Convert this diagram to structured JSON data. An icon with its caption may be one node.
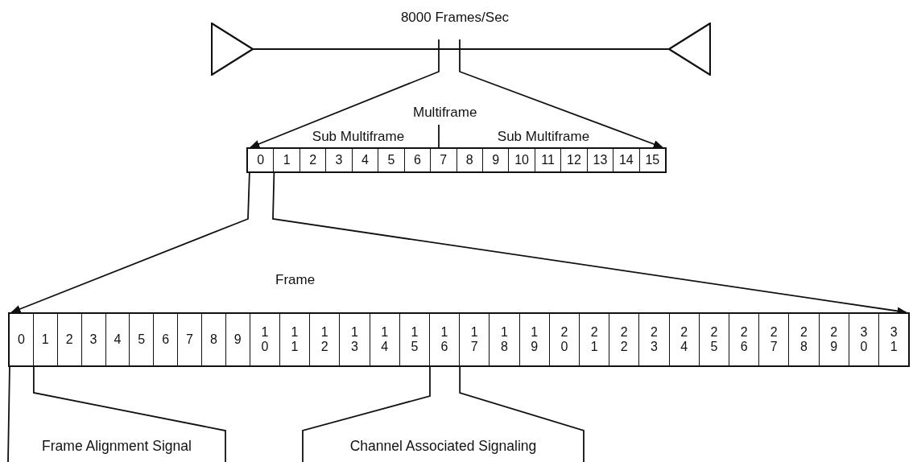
{
  "diagram": {
    "nodes": [
      {
        "text": [],
        "shape": "triangle"
      },
      {
        "text": [],
        "shape": "triangle"
      },
      {
        "text": [
          "Multiframe"
        ]
      },
      {
        "text": [
          "0"
        ],
        "in": 2
      },
      {
        "text": [
          "1"
        ],
        "in": 2
      },
      {
        "text": [
          "2"
        ],
        "in": 2
      },
      {
        "text": [
          "3"
        ],
        "in": 2
      },
      {
        "text": [
          "4"
        ],
        "in": 2
      },
      {
        "text": [
          "5"
        ],
        "in": 2
      },
      {
        "text": [
          "6"
        ],
        "in": 2
      },
      {
        "text": [
          "7"
        ],
        "in": 2
      },
      {
        "text": [
          "8"
        ],
        "in": 2
      },
      {
        "text": [
          "9"
        ],
        "in": 2
      },
      {
        "text": [
          "10"
        ],
        "in": 2
      },
      {
        "text": [
          "11"
        ],
        "in": 2
      },
      {
        "text": [
          "12"
        ],
        "in": 2
      },
      {
        "text": [
          "13"
        ],
        "in": 2
      },
      {
        "text": [
          "14"
        ],
        "in": 2
      },
      {
        "text": [
          "15"
        ],
        "in": 2
      },
      {
        "text": [
          "Frame"
        ]
      },
      {
        "text": [
          "0"
        ],
        "in": 19
      },
      {
        "text": [
          "1"
        ],
        "in": 19
      },
      {
        "text": [
          "2"
        ],
        "in": 19
      },
      {
        "text": [
          "3"
        ],
        "in": 19
      },
      {
        "text": [
          "4"
        ],
        "in": 19
      },
      {
        "text": [
          "5"
        ],
        "in": 19
      },
      {
        "text": [
          "6"
        ],
        "in": 19
      },
      {
        "text": [
          "7"
        ],
        "in": 19
      },
      {
        "text": [
          "8"
        ],
        "in": 19
      },
      {
        "text": [
          "9"
        ],
        "in": 19
      },
      {
        "text": [
          "10"
        ],
        "in": 19
      },
      {
        "text": [
          "11"
        ],
        "in": 19
      },
      {
        "text": [
          "12"
        ],
        "in": 19
      },
      {
        "text": [
          "13"
        ],
        "in": 19
      },
      {
        "text": [
          "14"
        ],
        "in": 19
      },
      {
        "text": [
          "15"
        ],
        "in": 19
      },
      {
        "text": [
          "16"
        ],
        "in": 19
      },
      {
        "text": [
          "17"
        ],
        "in": 19
      },
      {
        "text": [
          "18"
        ],
        "in": 19
      },
      {
        "text": [
          "19"
        ],
        "in": 19
      },
      {
        "text": [
          "20"
        ],
        "in": 19
      },
      {
        "text": [
          "21"
        ],
        "in": 19
      },
      {
        "text": [
          "22"
        ],
        "in": 19
      },
      {
        "text": [
          "23"
        ],
        "in": 19
      },
      {
        "text": [
          "24"
        ],
        "in": 19
      },
      {
        "text": [
          "25"
        ],
        "in": 19
      },
      {
        "text": [
          "26"
        ],
        "in": 19
      },
      {
        "text": [
          "27"
        ],
        "in": 19
      },
      {
        "text": [
          "28"
        ],
        "in": 19
      },
      {
        "text": [
          "29"
        ],
        "in": 19
      },
      {
        "text": [
          "30"
        ],
        "in": 19
      },
      {
        "text": [
          "31"
        ],
        "in": 19
      },
      {
        "text": [
          "Frame Alignment Signal"
        ]
      },
      {
        "text": [
          "Channel Associated Signaling"
        ]
      }
    ],
    "edges": [
      {
        "from": 0,
        "to": 1,
        "arrow": "none"
      },
      {
        "from": null,
        "to": 2,
        "arrow": "to"
      },
      {
        "from": null,
        "to": 2,
        "arrow": "to"
      },
      {
        "from": 3,
        "to": 19,
        "arrow": "to"
      },
      {
        "from": 3,
        "to": 19,
        "arrow": "to"
      },
      {
        "from": 52,
        "to": 20,
        "arrow": "none"
      },
      {
        "from": 53,
        "to": 36,
        "arrow": "none"
      }
    ],
    "labels": [
      "8000 Frames/Sec",
      "Sub Multiframe",
      "Sub Multiframe"
    ]
  }
}
